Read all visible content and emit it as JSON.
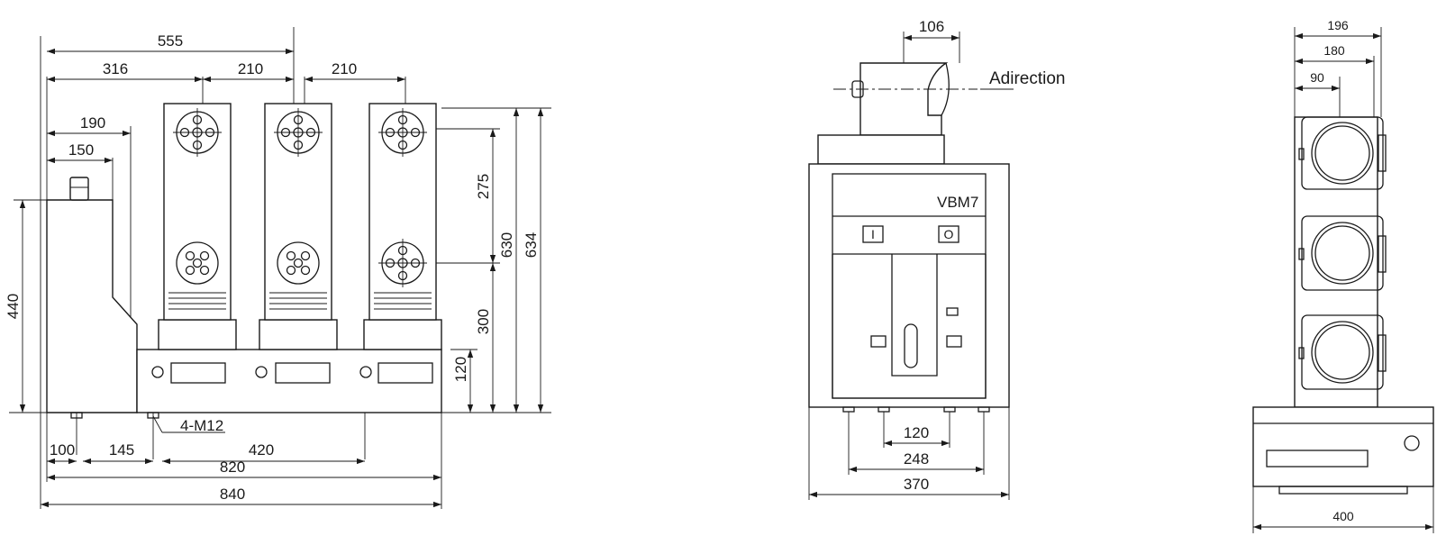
{
  "front_view": {
    "dims": {
      "overall_555": "555",
      "pitch_316": "316",
      "pitch_210_a": "210",
      "pitch_210_b": "210",
      "width_190": "190",
      "width_150": "150",
      "height_440": "440",
      "height_275": "275",
      "height_300": "300",
      "height_120": "120",
      "height_630": "630",
      "height_634": "634",
      "bottom_100": "100",
      "bottom_145": "145",
      "bottom_420": "420",
      "bottom_820": "820",
      "bottom_840": "840"
    },
    "bolt_label": "4-M12"
  },
  "side_view": {
    "direction_label": "Adirection",
    "model_label": "VBM7",
    "on_symbol": "I",
    "off_symbol": "O",
    "dims": {
      "top_106": "106",
      "bottom_120": "120",
      "bottom_248": "248",
      "bottom_370": "370"
    }
  },
  "end_view": {
    "dims": {
      "top_196": "196",
      "top_180": "180",
      "top_90": "90",
      "bottom_400": "400"
    }
  }
}
